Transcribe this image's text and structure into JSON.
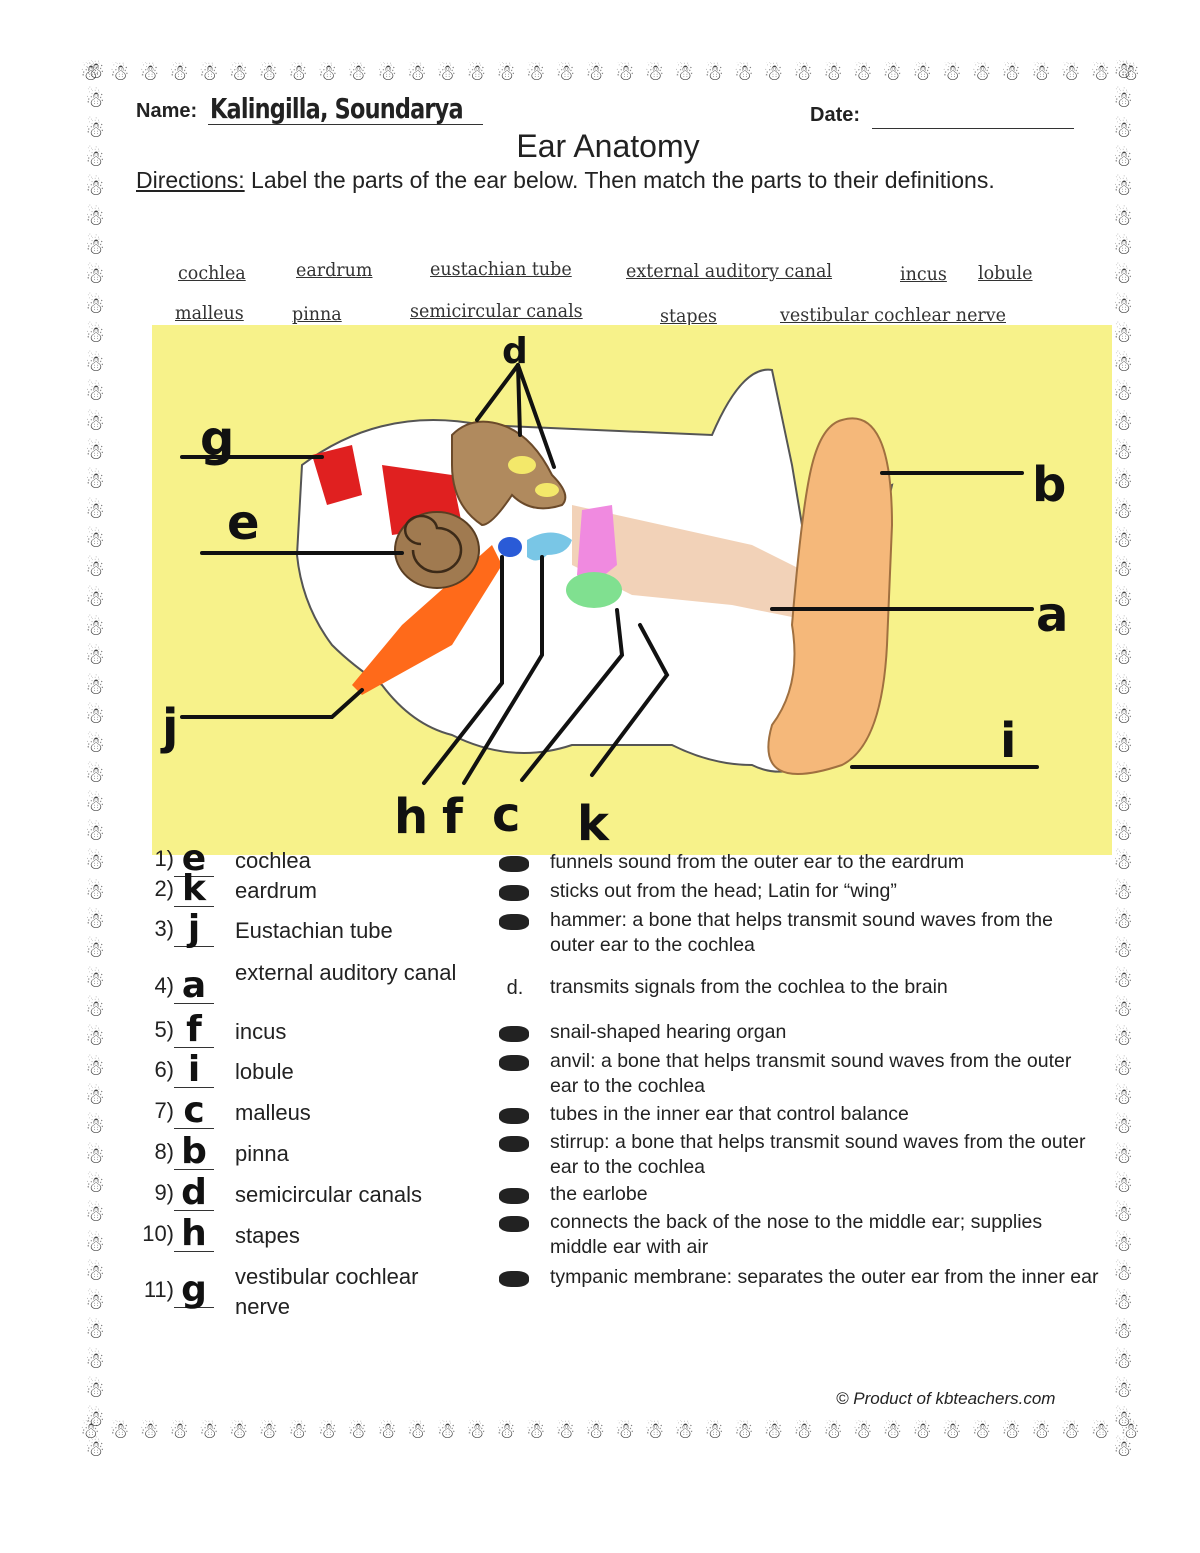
{
  "header": {
    "name_label": "Name:",
    "name_value": "Kalingilla, Soundarya",
    "date_label": "Date:",
    "title": "Ear Anatomy",
    "directions_label": "Directions:",
    "directions_text": " Label the parts of the ear below.  Then match the parts to their definitions."
  },
  "word_bank": [
    "cochlea",
    "eardrum",
    "eustachian tube",
    "external auditory canal",
    "incus",
    "lobule",
    "malleus",
    "pinna",
    "semicircular canals",
    "stapes",
    "vestibular cochlear nerve"
  ],
  "diagram_labels": {
    "g": "g",
    "e": "e",
    "j": "j",
    "d": "d",
    "b": "b",
    "a": "a",
    "i": "i",
    "h": "h",
    "f": "f",
    "c": "c",
    "k": "k"
  },
  "questions": [
    {
      "num": "1)",
      "answer": "e",
      "term": "cochlea"
    },
    {
      "num": "2)",
      "answer": "k",
      "term": "eardrum"
    },
    {
      "num": "3)",
      "answer": "j",
      "term": "Eustachian tube"
    },
    {
      "num": "4)",
      "answer": "a",
      "term": "external auditory canal"
    },
    {
      "num": "5)",
      "answer": "f",
      "term": "incus"
    },
    {
      "num": "6)",
      "answer": "i",
      "term": "lobule"
    },
    {
      "num": "7)",
      "answer": "c",
      "term": "malleus"
    },
    {
      "num": "8)",
      "answer": "b",
      "term": "pinna"
    },
    {
      "num": "9)",
      "answer": "d",
      "term": "semicircular canals"
    },
    {
      "num": "10)",
      "answer": "h",
      "term": "stapes"
    },
    {
      "num": "11)",
      "answer": "g",
      "term": "vestibular cochlear nerve"
    }
  ],
  "definitions": [
    {
      "letter": "",
      "text": "funnels sound from the outer ear to the eardrum"
    },
    {
      "letter": "",
      "text": "sticks out from the head; Latin for “wing”"
    },
    {
      "letter": "",
      "text": "hammer: a bone that helps transmit sound waves from the outer ear to the cochlea"
    },
    {
      "letter": "d.",
      "text": "transmits signals from the cochlea to the brain"
    },
    {
      "letter": "",
      "text": "snail-shaped hearing organ"
    },
    {
      "letter": "",
      "text": "anvil: a bone that helps transmit sound waves from the outer ear to the cochlea"
    },
    {
      "letter": "",
      "text": "tubes in the inner ear that control balance"
    },
    {
      "letter": "",
      "text": "stirrup: a bone that helps transmit sound waves from the outer ear to the cochlea"
    },
    {
      "letter": "",
      "text": "the earlobe"
    },
    {
      "letter": "",
      "text": "connects the back of the nose to the middle ear; supplies middle ear with air"
    },
    {
      "letter": "",
      "text": "tympanic membrane: separates the outer ear from the inner ear"
    }
  ],
  "footer": "© Product of kbteachers.com",
  "colors": {
    "diagram_bg": "#f7f28a",
    "cochlea": "#a07a50",
    "semicircular": "#b08a5e",
    "nerve": "#e02020",
    "eustachian": "#ff6a1a",
    "canal": "#f2d2b8",
    "pinna": "#f5b87a",
    "malleus": "#2a5bd7",
    "incus": "#79c6e6",
    "stapes": "#b8e0f0",
    "eardrum_pink": "#f08ae0",
    "eardrum_green": "#80e090"
  }
}
